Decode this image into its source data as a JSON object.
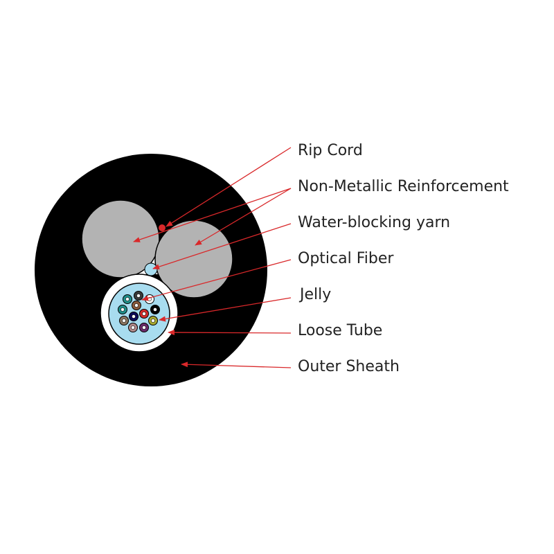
{
  "labels": {
    "rip_cord": "Rip Cord",
    "reinforcement": "Non-Metallic Reinforcement",
    "water_yarn": "Water-blocking yarn",
    "optical_fiber": "Optical Fiber",
    "jelly": "Jelly",
    "loose_tube": "Loose Tube",
    "outer_sheath": "Outer Sheath"
  },
  "colors": {
    "sheath": "#000000",
    "reinforcement": "#b3b3b3",
    "jelly": "#a8dcef",
    "arrow": "#d9282a",
    "fibers": [
      "#3a3a3a",
      "#ffffff",
      "#1f8f8a",
      "#8a5a3c",
      "#1f8f8a",
      "#000000",
      "#0a0a5a",
      "#d42a2a",
      "#8a7560",
      "#a8a830",
      "#b08a8a",
      "#6a2a6a"
    ]
  }
}
